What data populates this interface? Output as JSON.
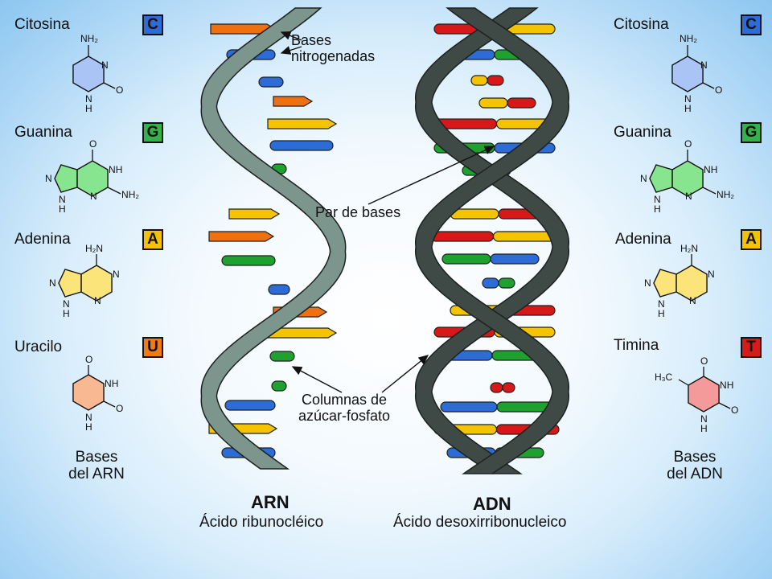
{
  "rna_bases": [
    {
      "name": "Citosina",
      "letter": "C",
      "color": "#2d6bd6",
      "fill": "#a9c4f5"
    },
    {
      "name": "Guanina",
      "letter": "G",
      "color": "#33b24a",
      "fill": "#86e58e"
    },
    {
      "name": "Adenina",
      "letter": "A",
      "color": "#f3c200",
      "fill": "#fbe57a"
    },
    {
      "name": "Uracilo",
      "letter": "U",
      "color": "#f07a14",
      "fill": "#f8b892"
    }
  ],
  "dna_bases": [
    {
      "name": "Citosina",
      "letter": "C",
      "color": "#2d6bd6",
      "fill": "#a9c4f5"
    },
    {
      "name": "Guanina",
      "letter": "G",
      "color": "#33b24a",
      "fill": "#86e58e"
    },
    {
      "name": "Adenina",
      "letter": "A",
      "color": "#f3c200",
      "fill": "#fbe57a"
    },
    {
      "name": "Timina",
      "letter": "T",
      "color": "#d61b1b",
      "fill": "#f49a9a"
    }
  ],
  "rna_caption": "Bases\ndel ARN",
  "dna_caption": "Bases\ndel ADN",
  "rna_title": "ARN",
  "rna_subtitle": "Ácido ribunocléico",
  "dna_title": "ADN",
  "dna_subtitle": "Ácido desoxirribonucleico",
  "annotations": {
    "bases": "Bases\nnitrogenadas",
    "pair": "Par de bases",
    "backbone": "Columnas de\nazúcar-fosfato"
  },
  "colors": {
    "rna_backbone": "#7d968d",
    "dna_backbone": "#3f4a47",
    "cyt": "#2d6bd6",
    "gua": "#1ea12e",
    "ade": "#f5c400",
    "ura": "#f0700f",
    "thy": "#d81818"
  }
}
